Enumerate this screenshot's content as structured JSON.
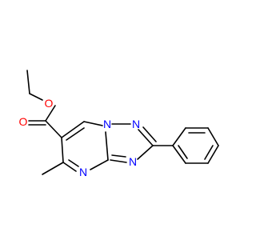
{
  "molecule": {
    "atom_labels": {
      "ester_ether_oxygen": "O",
      "carbonyl_oxygen": "O",
      "triazole_n1": "N",
      "triazole_n2": "N",
      "triazole_n3": "N",
      "pyrimidine_n": "N"
    }
  },
  "colors": {
    "bond": "#000000",
    "oxygen": "#ff0000",
    "nitrogen": "#0000ff",
    "background": "#ffffff"
  }
}
